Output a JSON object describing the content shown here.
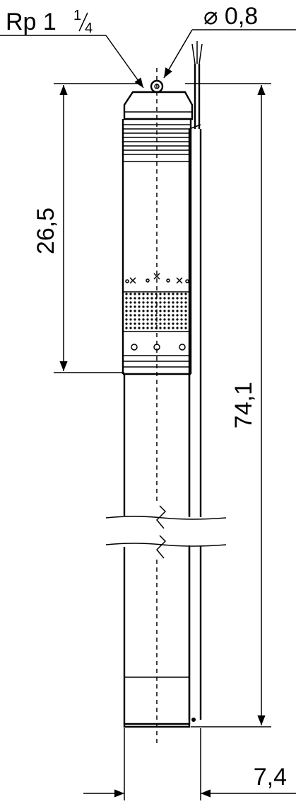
{
  "labels": {
    "thread": "Rp 1",
    "thread_fraction_num": "1",
    "thread_fraction_den": "4",
    "cable_diameter": "⌀ 0,8",
    "pump_length": "26,5",
    "total_length": "74,1",
    "diameter": "7,4"
  }
}
